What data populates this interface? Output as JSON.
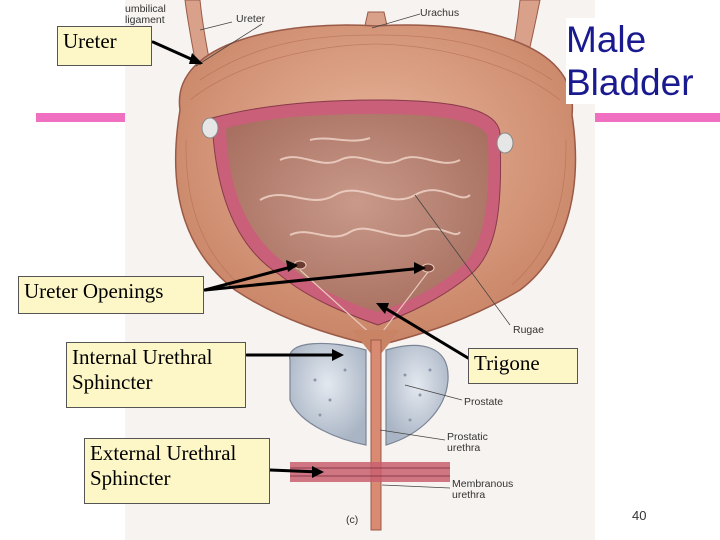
{
  "slide": {
    "title_line1": "Male",
    "title_line2": "Bladder",
    "page_number": "40"
  },
  "callouts": {
    "ureter": "Ureter",
    "ureter_openings": "Ureter Openings",
    "internal_sphincter_line1": "Internal Urethral",
    "internal_sphincter_line2": "Sphincter",
    "trigone": "Trigone",
    "external_sphincter_line1": "External Urethral",
    "external_sphincter_line2": "Sphincter"
  },
  "figure_labels": {
    "umbilical_line1": "umbilical",
    "umbilical_line2": "ligament",
    "ureter": "Ureter",
    "urachus": "Urachus",
    "rugae": "Rugae",
    "prostate": "Prostate",
    "prostatic_line1": "Prostatic",
    "prostatic_line2": "urethra",
    "membranous_line1": "Membranous",
    "membranous_line2": "urethra",
    "panel": "(c)"
  },
  "colors": {
    "accent_bar": "#f06fc0",
    "title": "#1a1a90",
    "callout_fill": "#fdf7c8",
    "bladder_wall": "#d9967a",
    "bladder_interior": "#b88272",
    "wall_lining": "#c95f78",
    "prostate": "#c4ccd8"
  }
}
